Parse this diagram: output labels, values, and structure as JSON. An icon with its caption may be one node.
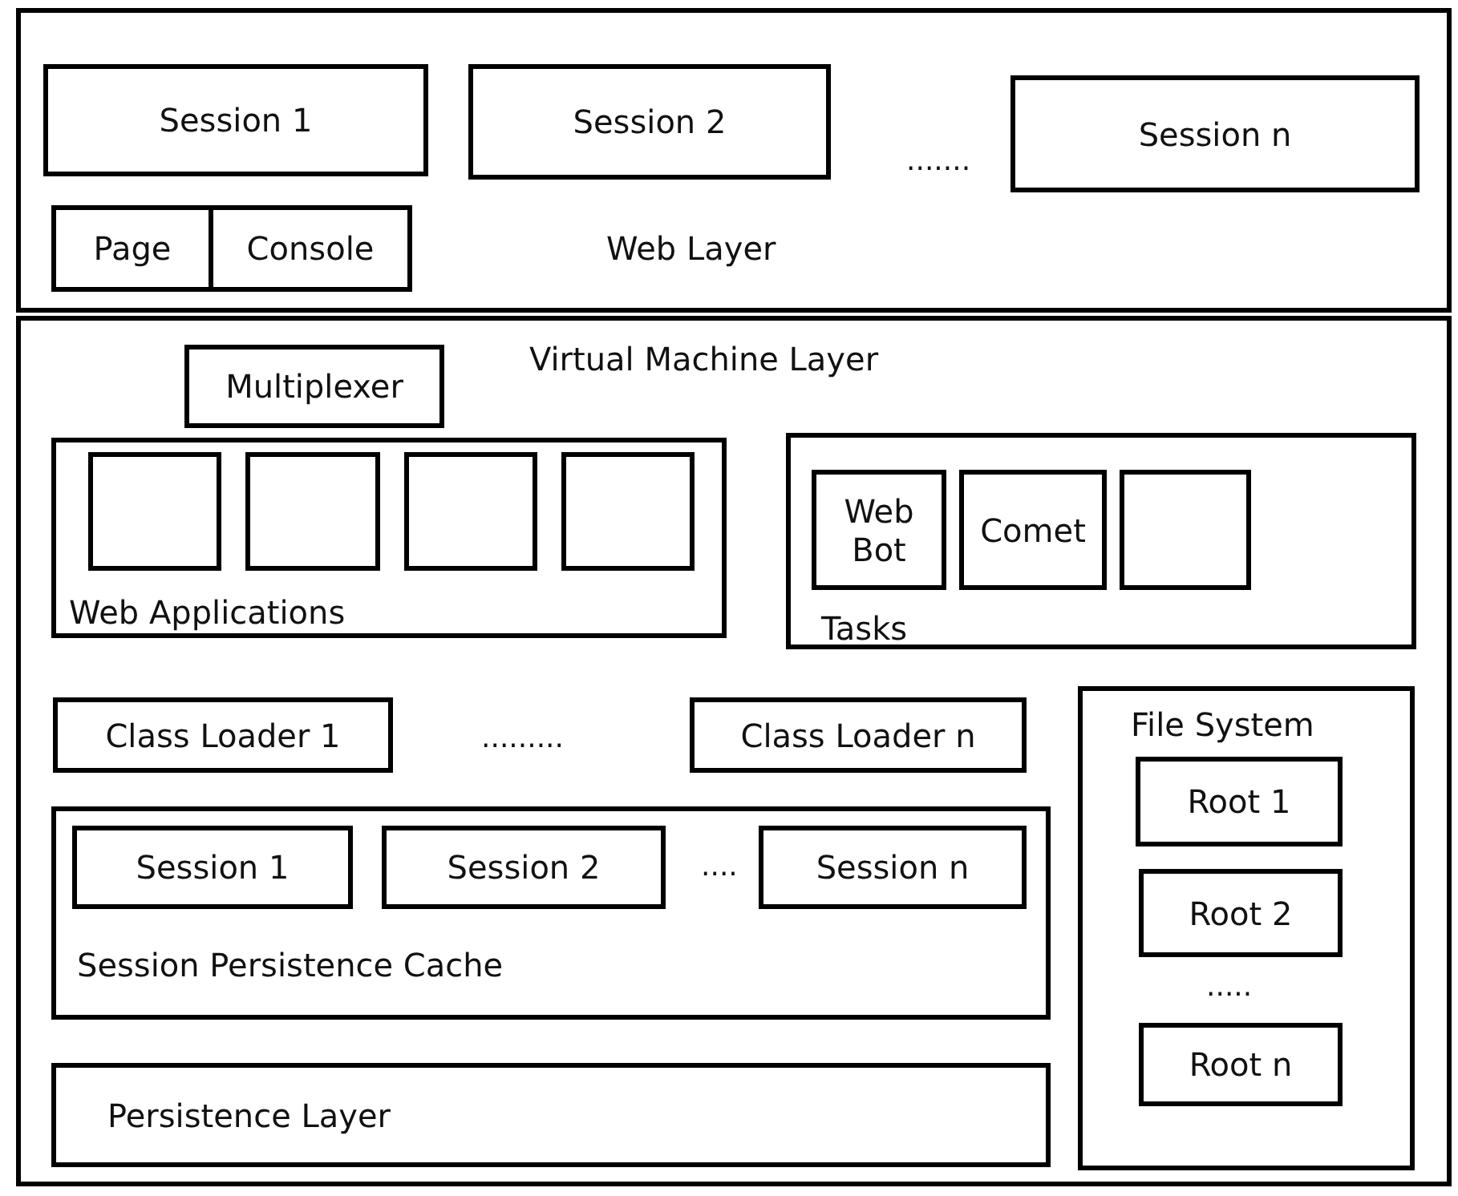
{
  "diagram": {
    "nodes": [
      {
        "text": [
          "Web Layer"
        ]
      },
      {
        "text": [
          "Session 1"
        ],
        "in": 0
      },
      {
        "text": [
          "Session 2"
        ],
        "in": 0
      },
      {
        "text": [
          "Session n"
        ],
        "in": 0
      },
      {
        "text": [
          "Page"
        ],
        "in": 0
      },
      {
        "text": [
          "Console"
        ],
        "in": 0
      },
      {
        "text": [
          "Virtual Machine Layer"
        ]
      },
      {
        "text": [
          "Multiplexer"
        ],
        "in": 6
      },
      {
        "text": [
          "Web Applications"
        ],
        "in": 6
      },
      {
        "text": [],
        "shape": "box",
        "in": 8
      },
      {
        "text": [],
        "shape": "box",
        "in": 8
      },
      {
        "text": [],
        "shape": "box",
        "in": 8
      },
      {
        "text": [],
        "shape": "box",
        "in": 8
      },
      {
        "text": [
          "Tasks"
        ],
        "in": 6
      },
      {
        "text": [
          "Web Bot"
        ],
        "in": 13
      },
      {
        "text": [
          "Comet"
        ],
        "in": 13
      },
      {
        "text": [],
        "shape": "box",
        "in": 13
      },
      {
        "text": [
          "Class Loader 1"
        ],
        "in": 6
      },
      {
        "text": [
          "Class Loader n"
        ],
        "in": 6
      },
      {
        "text": [
          "Session Persistence Cache"
        ],
        "in": 6
      },
      {
        "text": [
          "Session 1"
        ],
        "in": 19
      },
      {
        "text": [
          "Session 2"
        ],
        "in": 19
      },
      {
        "text": [
          "Session n"
        ],
        "in": 19
      },
      {
        "text": [
          "Persistence Layer"
        ],
        "in": 6
      },
      {
        "text": [
          "File System"
        ],
        "in": 6
      },
      {
        "text": [
          "Root 1"
        ],
        "in": 24
      },
      {
        "text": [
          "Root 2"
        ],
        "in": 24
      },
      {
        "text": [
          "Root n"
        ],
        "in": 24
      }
    ],
    "labels": [
      ".......",
      ".........",
      "....",
      "....."
    ]
  }
}
